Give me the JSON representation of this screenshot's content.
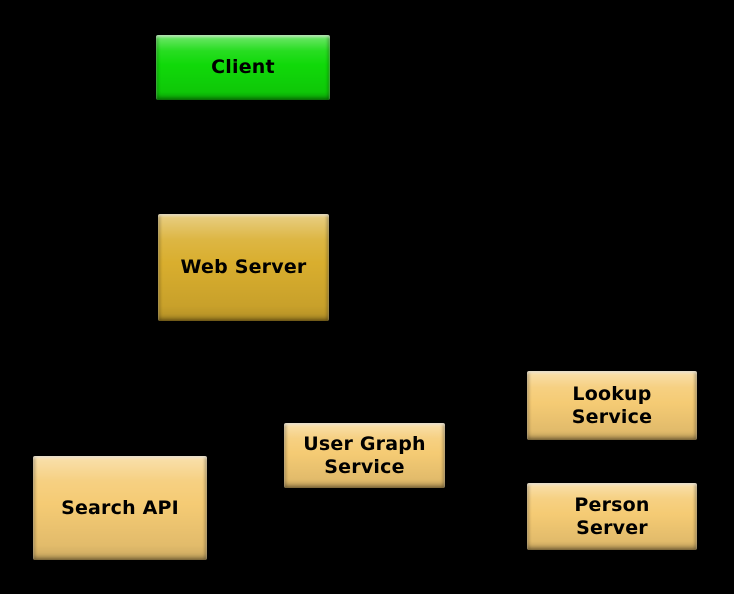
{
  "diagram": {
    "background_color": "#000000",
    "label_text_color": "#000000",
    "nodes": {
      "client": {
        "lines": [
          "Client"
        ],
        "fill": "#10d909"
      },
      "web-server": {
        "lines": [
          "Web Server"
        ],
        "fill": "#d9ae2e"
      },
      "search-api": {
        "lines": [
          "Search API"
        ],
        "fill": "#f5cb74"
      },
      "user-graph-service": {
        "lines": [
          "User Graph",
          "Service"
        ],
        "fill": "#f5cb74"
      },
      "lookup-service": {
        "lines": [
          "Lookup",
          "Service"
        ],
        "fill": "#f5cb74"
      },
      "person-server": {
        "lines": [
          "Person",
          "Server"
        ],
        "fill": "#f5cb74"
      }
    }
  }
}
